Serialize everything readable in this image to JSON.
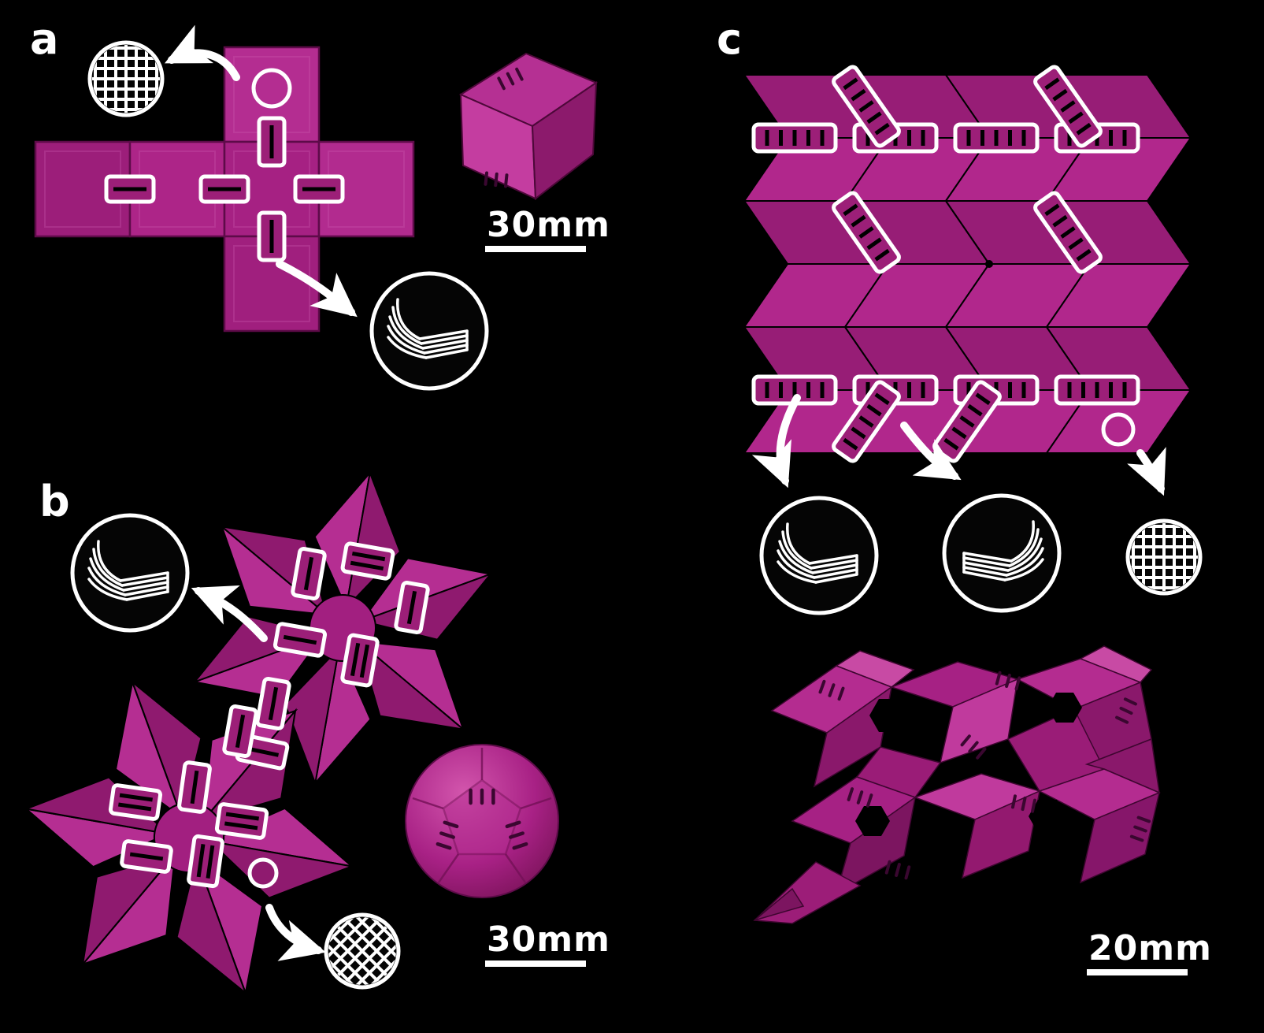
{
  "figure": {
    "background_color": "#000000",
    "material_color": "#a82185",
    "annotation_color": "#ffffff",
    "panels": {
      "a": {
        "label": "a",
        "scale_bar_label": "30mm",
        "description": "flat cruciform cube net with printed stripe hinges, folded cube photo, mesh detail inset and layered cross-section inset"
      },
      "b": {
        "label": "b",
        "scale_bar_label": "30mm",
        "description": "two flower-shaped dodecahedron nets with printed stripe hinges, folded dodecahedron photo, layered cross-section inset and crosshatch mesh inset"
      },
      "c": {
        "label": "c",
        "scale_bar_label": "20mm",
        "description": "chevron miura-ori tessellation with printed stripe hinges, two layered cross-section insets, mesh inset and folded tessellation photo"
      }
    },
    "icons": [
      "mesh-grid-icon",
      "crosshatch-mesh-icon",
      "layered-cross-section-icon",
      "circle-marker-icon",
      "striped-hinge-icon",
      "curved-arrow-icon"
    ]
  }
}
